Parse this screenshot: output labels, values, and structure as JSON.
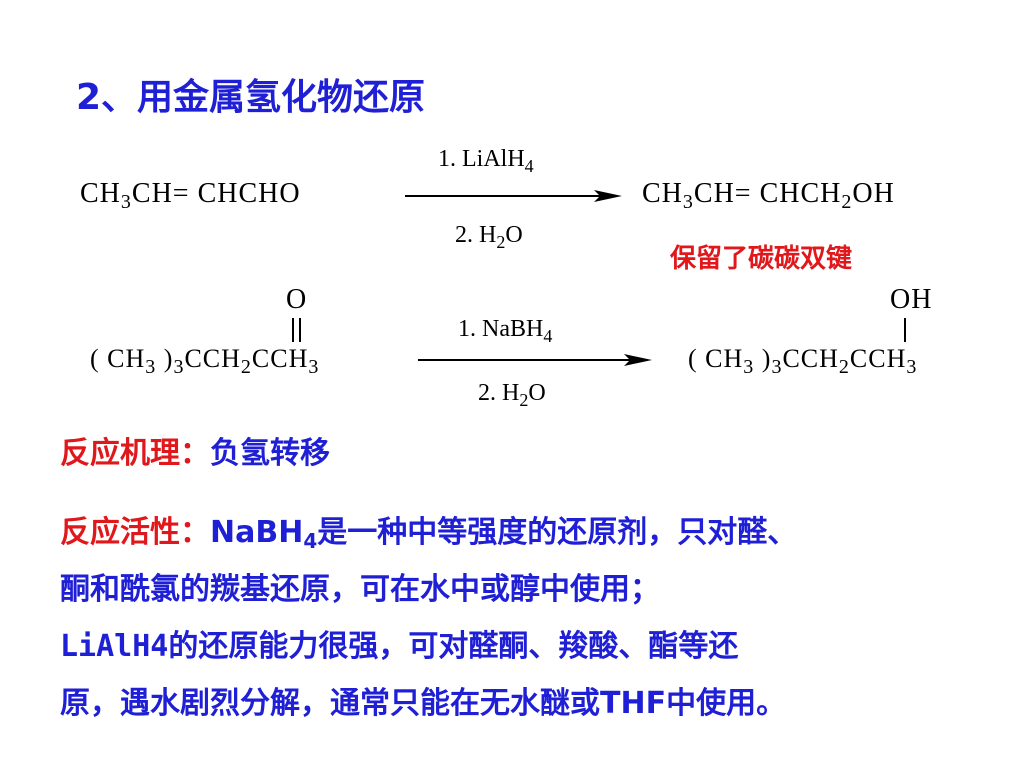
{
  "title": "2、用金属氢化物还原",
  "reaction1": {
    "reactant_parts": [
      "CH",
      "3",
      "CH= CHCHO"
    ],
    "reagent_top": [
      "1. LiAlH",
      "4"
    ],
    "reagent_bottom": [
      "2. H",
      "2",
      "O"
    ],
    "product_parts": [
      "CH",
      "3",
      "CH= CHCH",
      "2",
      "OH"
    ],
    "note": "保留了碳碳双键"
  },
  "reaction2": {
    "reactant_above": "O",
    "reactant_parts": [
      "( CH",
      "3",
      " )",
      "3",
      "CCH",
      "2",
      "CCH",
      "3"
    ],
    "reagent_top": [
      "1. NaBH",
      "4"
    ],
    "reagent_bottom": [
      "2. H",
      "2",
      "O"
    ],
    "product_above": "OH",
    "product_parts": [
      "( CH",
      "3",
      " )",
      "3",
      "CCH",
      "2",
      "CCH",
      "3"
    ]
  },
  "mechanism": {
    "label": "反应机理：",
    "text": "负氢转移"
  },
  "activity": {
    "label": "反应活性：",
    "line1_a": "NaBH",
    "line1_sub": "4",
    "line1_b": "是一种中等强度的还原剂，只对醛、",
    "line2": "酮和酰氯的羰基还原，可在水中或醇中使用；",
    "line3_a": "LiAlH4",
    "line3_b": "的还原能力很强，可对醛酮、羧酸、酯等还",
    "line4": "原，遇水剧烈分解，通常只能在无水醚或THF中使用。"
  },
  "colors": {
    "blue": "#1f1fd6",
    "red": "#e0181c",
    "black": "#000000"
  }
}
